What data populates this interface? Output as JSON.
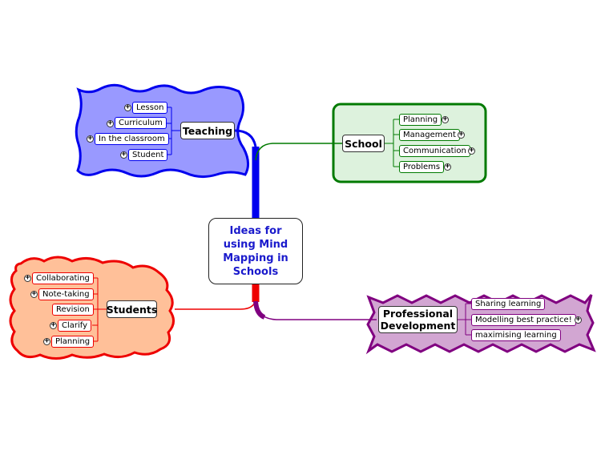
{
  "central": {
    "title": "Ideas for\nusing Mind\nMapping in\nSchools"
  },
  "branches": {
    "teaching": {
      "label": "Teaching",
      "color": "#0000ee",
      "fill": "#9999ff",
      "items": [
        "Lesson",
        "Curriculum",
        "In the classroom",
        "Student"
      ]
    },
    "school": {
      "label": "School",
      "color": "#007a00",
      "fill": "#ddf2dd",
      "items": [
        "Planning",
        "Management",
        "Communication",
        "Problems"
      ]
    },
    "students": {
      "label": "Students",
      "color": "#ee0000",
      "fill": "#ffc099",
      "items": [
        "Collaborating",
        "Note-taking",
        "Revision",
        "Clarify",
        "Planning"
      ]
    },
    "professional": {
      "label": "Professional\nDevelopment",
      "color": "#800080",
      "fill": "#d2a6d2",
      "items": [
        "Sharing learning",
        "Modelling best practice!",
        "maximising learning"
      ]
    }
  }
}
